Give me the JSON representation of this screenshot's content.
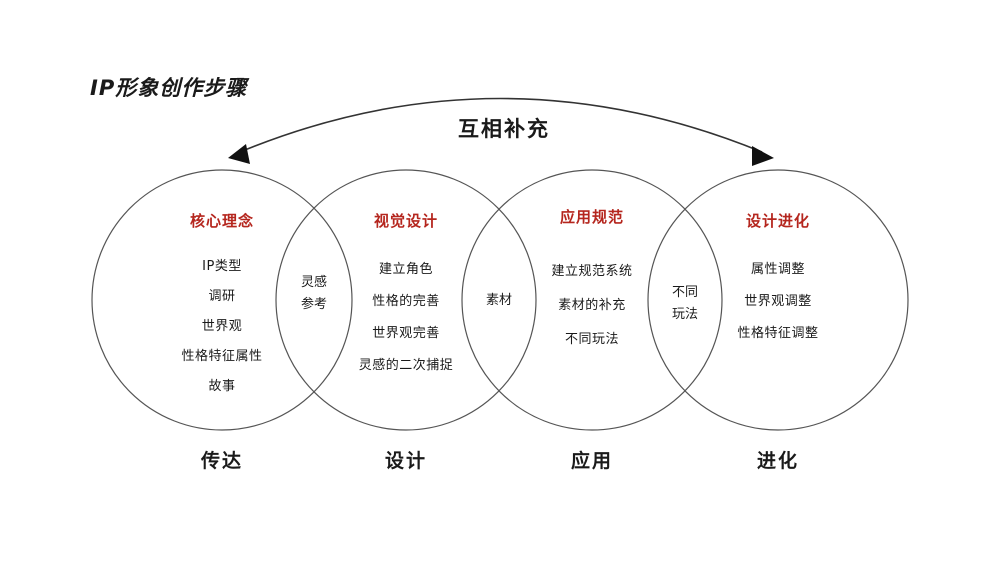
{
  "title": "IP形象创作步骤",
  "arc_label": "互相补充",
  "colors": {
    "accent": "#b5261e",
    "text": "#1a1a1a",
    "circle": "#555555"
  },
  "circles": [
    {
      "heading": "核心理念",
      "items": [
        "IP类型",
        "调研",
        "世界观",
        "性格特征属性",
        "故事"
      ],
      "stage": "传达"
    },
    {
      "heading": "视觉设计",
      "items": [
        "建立角色",
        "性格的完善",
        "世界观完善",
        "灵感的二次捕捉"
      ],
      "stage": "设计"
    },
    {
      "heading": "应用规范",
      "items": [
        "建立规范系统",
        "素材的补充",
        "不同玩法"
      ],
      "stage": "应用"
    },
    {
      "heading": "设计进化",
      "items": [
        "属性调整",
        "世界观调整",
        "性格特征调整"
      ],
      "stage": "进化"
    }
  ],
  "overlaps": [
    {
      "lines": [
        "灵感",
        "参考"
      ]
    },
    {
      "lines": [
        "素材"
      ]
    },
    {
      "lines": [
        "不同",
        "玩法"
      ]
    }
  ]
}
